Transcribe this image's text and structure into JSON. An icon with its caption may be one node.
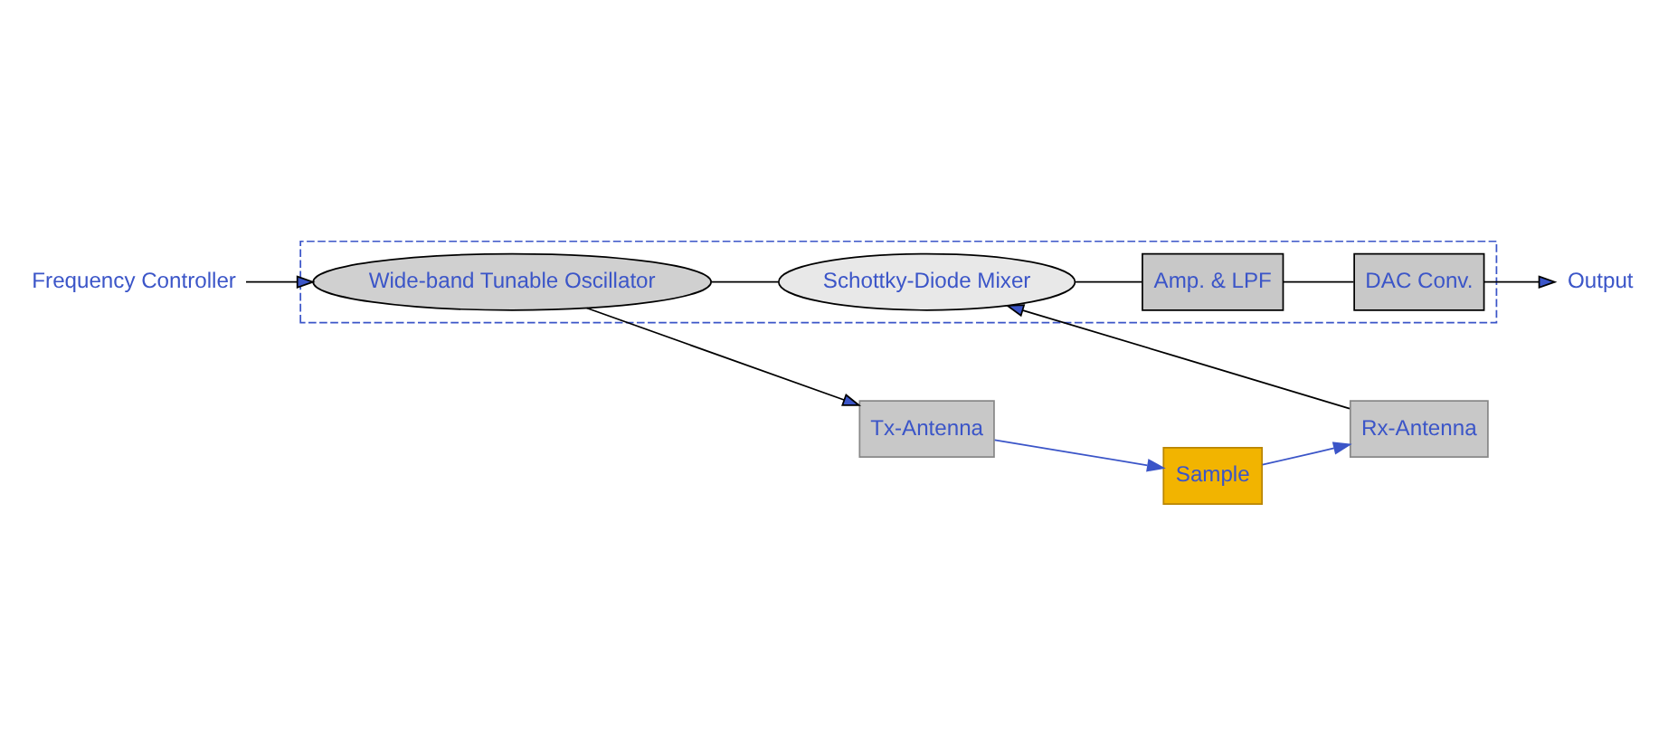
{
  "diagram": {
    "nodes": [
      {
        "text": [],
        "shape": "box"
      },
      {
        "text": [
          "Frequency Controller"
        ]
      },
      {
        "text": [
          "Wide-band Tunable Oscillator"
        ],
        "in": 0
      },
      {
        "text": [
          "Schottky-Diode Mixer"
        ],
        "in": 0
      },
      {
        "text": [
          "Amp. & LPF"
        ],
        "in": 0
      },
      {
        "text": [
          "DAC Conv."
        ],
        "in": 0
      },
      {
        "text": [
          "Tx-Antenna"
        ]
      },
      {
        "text": [
          "Sample"
        ]
      },
      {
        "text": [
          "Rx-Antenna"
        ]
      },
      {
        "text": [
          "Output"
        ]
      }
    ],
    "edges": [
      {
        "from": 1,
        "to": 2,
        "arrow": "to"
      },
      {
        "from": 2,
        "to": 6,
        "arrow": "to"
      },
      {
        "from": 2,
        "to": 3,
        "arrow": "none"
      },
      {
        "from": 6,
        "to": 7,
        "arrow": "to",
        "color": "#3b55c8"
      },
      {
        "from": 7,
        "to": 8,
        "arrow": "to",
        "color": "#3b55c8"
      },
      {
        "from": 8,
        "to": 3,
        "arrow": "to"
      },
      {
        "from": 3,
        "to": 4,
        "arrow": "none"
      },
      {
        "from": 4,
        "to": 5,
        "arrow": "none"
      },
      {
        "from": 5,
        "to": 9,
        "arrow": "to"
      }
    ]
  }
}
